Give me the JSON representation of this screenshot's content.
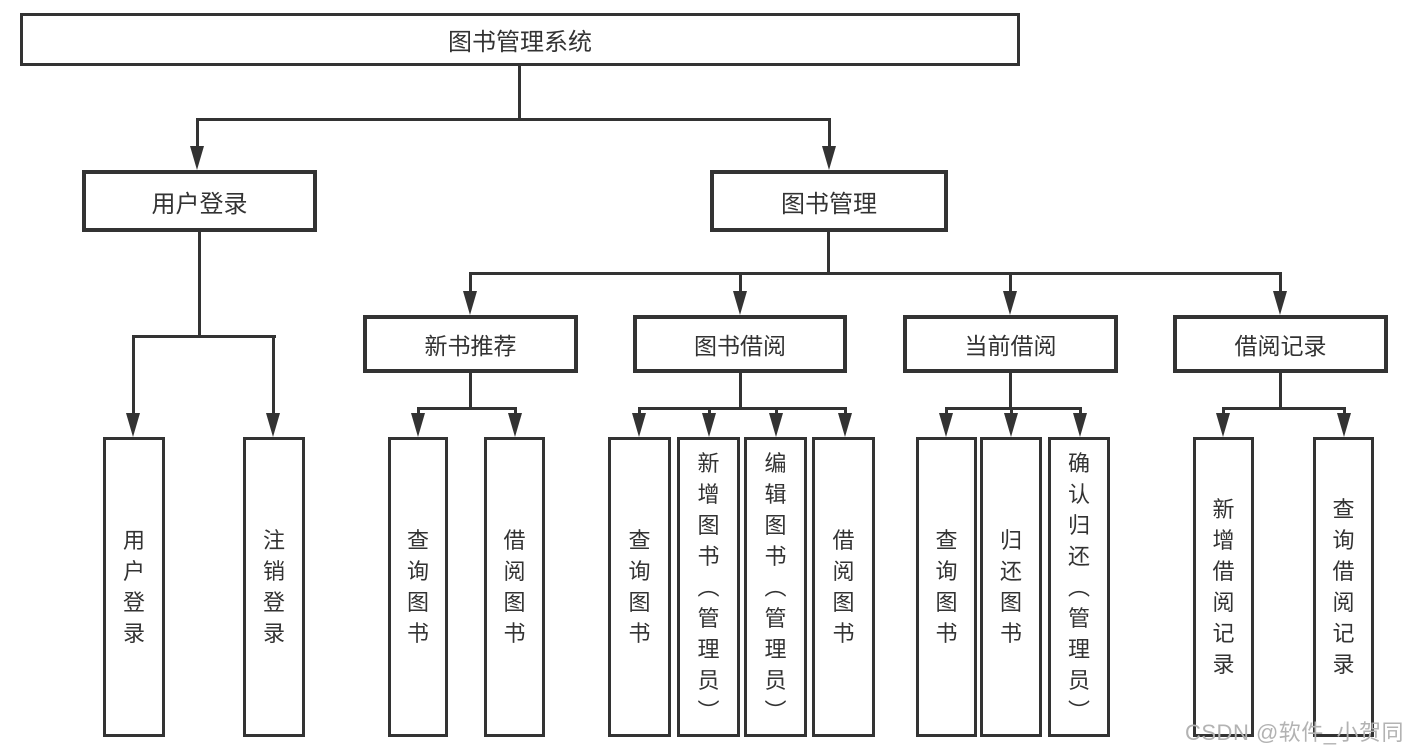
{
  "diagram_type": "functional-structure-tree",
  "colors": {
    "line": "#333333",
    "text": "#333333",
    "box_background": "#ffffff",
    "page_background": "#ffffff",
    "watermark": "#b3b3b3"
  },
  "watermark": "CSDN @软件_小贺同学",
  "tree": {
    "label": "图书管理系统",
    "children": [
      {
        "label": "用户登录",
        "children": [
          {
            "label": "用户登录"
          },
          {
            "label": "注销登录"
          }
        ]
      },
      {
        "label": "图书管理",
        "children": [
          {
            "label": "新书推荐",
            "children": [
              {
                "label": "查询图书"
              },
              {
                "label": "借阅图书"
              }
            ]
          },
          {
            "label": "图书借阅",
            "children": [
              {
                "label": "查询图书"
              },
              {
                "label": "新增图书（管理员）"
              },
              {
                "label": "编辑图书（管理员）"
              },
              {
                "label": "借阅图书"
              }
            ]
          },
          {
            "label": "当前借阅",
            "children": [
              {
                "label": "查询图书"
              },
              {
                "label": "归还图书"
              },
              {
                "label": "确认归还（管理员）"
              }
            ]
          },
          {
            "label": "借阅记录",
            "children": [
              {
                "label": "新增借阅记录"
              },
              {
                "label": "查询借阅记录"
              }
            ]
          }
        ]
      }
    ]
  }
}
